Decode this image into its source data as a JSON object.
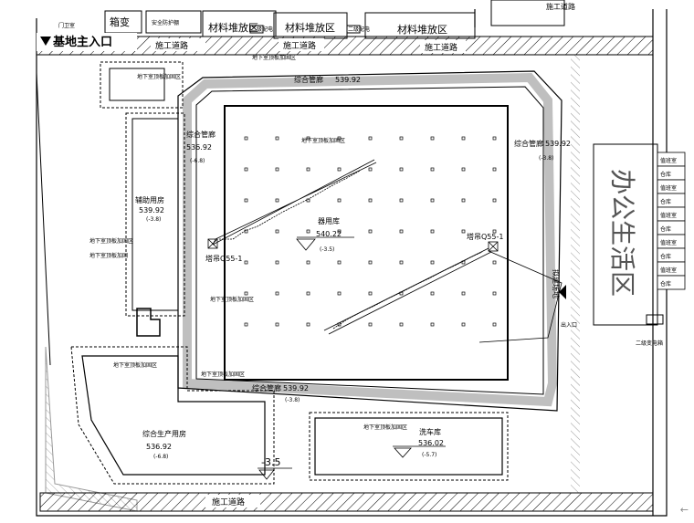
{
  "site": {
    "entrance_label": "基地主入口",
    "entrance_small": "门卫室",
    "top_right_label": "施工道路"
  },
  "top_strip": {
    "items": [
      "箱变",
      "安全防护棚",
      "材料堆放区",
      "二级配电",
      "材料堆放区",
      "二级配电",
      "材料堆放区"
    ]
  },
  "roads": {
    "top_left": "施工道路",
    "top_mid": "施工道路",
    "top_right": "施工道路",
    "bottom": "施工道路"
  },
  "notes": {
    "n1": "地下室顶板加固区",
    "n2": "地下室顶板加固区",
    "n3": "地下室顶板加固",
    "n4": "地下室顶板加固区",
    "n5": "地下室顶板加固区",
    "n6": "地下室顶板加固区",
    "n7": "地下室顶板加固区",
    "n8": "地下室顶板加固区",
    "n9": "地下室顶板加固区"
  },
  "buildings": {
    "pipe_top": {
      "name": "综合管廊",
      "elev": "539.92"
    },
    "pipe_left": {
      "name": "综合管廊",
      "elev": "536.92",
      "depth": "(-6.8)"
    },
    "pipe_right": {
      "name": "综合管廊",
      "elev": "539.92",
      "depth": "(-3.8)"
    },
    "pipe_bottom": {
      "name": "综合管廊",
      "elev": "539.92",
      "depth": "(-3.8)"
    },
    "aux": {
      "name": "辅助用房",
      "elev": "539.92",
      "depth": "(-3.8)"
    },
    "warehouse": {
      "name": "器用库",
      "elev": "540.22",
      "depth": "(-3.5)"
    },
    "production": {
      "name": "综合生产用房",
      "elev": "536.92",
      "depth": "(-6.8)"
    },
    "garage": {
      "name": "洗车库",
      "elev": "536.02",
      "depth": "(-5.7)"
    },
    "bottom_elev": "-3.5"
  },
  "cranes": {
    "crane1": "塔吊Q55-1",
    "crane2": "塔吊Q55-1"
  },
  "camp": {
    "vertical_label": "办公生活区",
    "rooms": [
      "值班室",
      "仓库",
      "值班室",
      "仓库",
      "值班室",
      "仓库",
      "值班室",
      "仓库",
      "值班室",
      "仓库"
    ],
    "transformer": "二级变电箱",
    "edge_label": "拟建场地",
    "gate": "出入口"
  },
  "nav": {
    "back_arrow": "←"
  }
}
